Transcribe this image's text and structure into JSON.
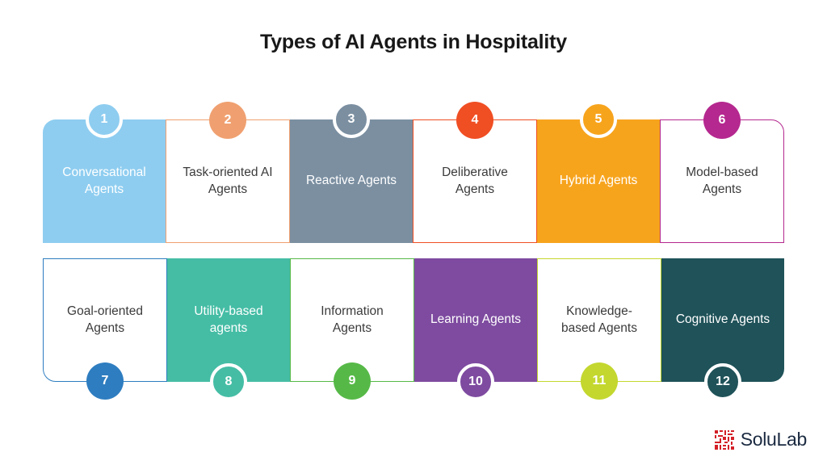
{
  "page": {
    "title": "Types of AI Agents in Hospitality",
    "background": "#ffffff"
  },
  "rows": [
    {
      "name": "row-top",
      "cards": [
        {
          "number": "1",
          "label": "Conversational\nAgents",
          "style": "filled",
          "color": "#8ecdf0",
          "badge_color": "#8ecdf0",
          "badge_ring": true,
          "corner": "r-tl"
        },
        {
          "number": "2",
          "label": "Task-oriented AI\nAgents",
          "style": "outline",
          "color": "#f0a070",
          "badge_color": "#f0a070",
          "badge_ring": false,
          "corner": ""
        },
        {
          "number": "3",
          "label": "Reactive Agents",
          "style": "filled",
          "color": "#7b8fa1",
          "badge_color": "#7b8fa1",
          "badge_ring": true,
          "corner": ""
        },
        {
          "number": "4",
          "label": "Deliberative\nAgents",
          "style": "outline",
          "color": "#f04e23",
          "badge_color": "#f04e23",
          "badge_ring": false,
          "corner": ""
        },
        {
          "number": "5",
          "label": "Hybrid Agents",
          "style": "filled",
          "color": "#f7a41d",
          "badge_color": "#f7a41d",
          "badge_ring": true,
          "corner": ""
        },
        {
          "number": "6",
          "label": "Model-based\nAgents",
          "style": "outline",
          "color": "#b5288f",
          "badge_color": "#b5288f",
          "badge_ring": false,
          "corner": "r-tr"
        }
      ]
    },
    {
      "name": "row-bottom",
      "cards": [
        {
          "number": "7",
          "label": "Goal-oriented\nAgents",
          "style": "outline",
          "color": "#2e7dc0",
          "badge_color": "#2e7dc0",
          "badge_ring": false,
          "corner": "r-bl"
        },
        {
          "number": "8",
          "label": "Utility-based\nagents",
          "style": "filled",
          "color": "#45bda5",
          "badge_color": "#45bda5",
          "badge_ring": true,
          "corner": ""
        },
        {
          "number": "9",
          "label": "Information\nAgents",
          "style": "outline",
          "color": "#56b947",
          "badge_color": "#56b947",
          "badge_ring": false,
          "corner": ""
        },
        {
          "number": "10",
          "label": "Learning Agents",
          "style": "filled",
          "color": "#7e4ba0",
          "badge_color": "#7e4ba0",
          "badge_ring": true,
          "corner": ""
        },
        {
          "number": "11",
          "label": "Knowledge-\nbased Agents",
          "style": "outline",
          "color": "#c3d72e",
          "badge_color": "#c3d72e",
          "badge_ring": false,
          "corner": ""
        },
        {
          "number": "12",
          "label": "Cognitive Agents",
          "style": "filled",
          "color": "#1f5259",
          "badge_color": "#1f5259",
          "badge_ring": true,
          "corner": "r-br"
        }
      ]
    }
  ],
  "logo": {
    "mark": "qr-code-icon",
    "mark_color": "#d32027",
    "text": "SoluLab",
    "text_color": "#1b2a41"
  }
}
